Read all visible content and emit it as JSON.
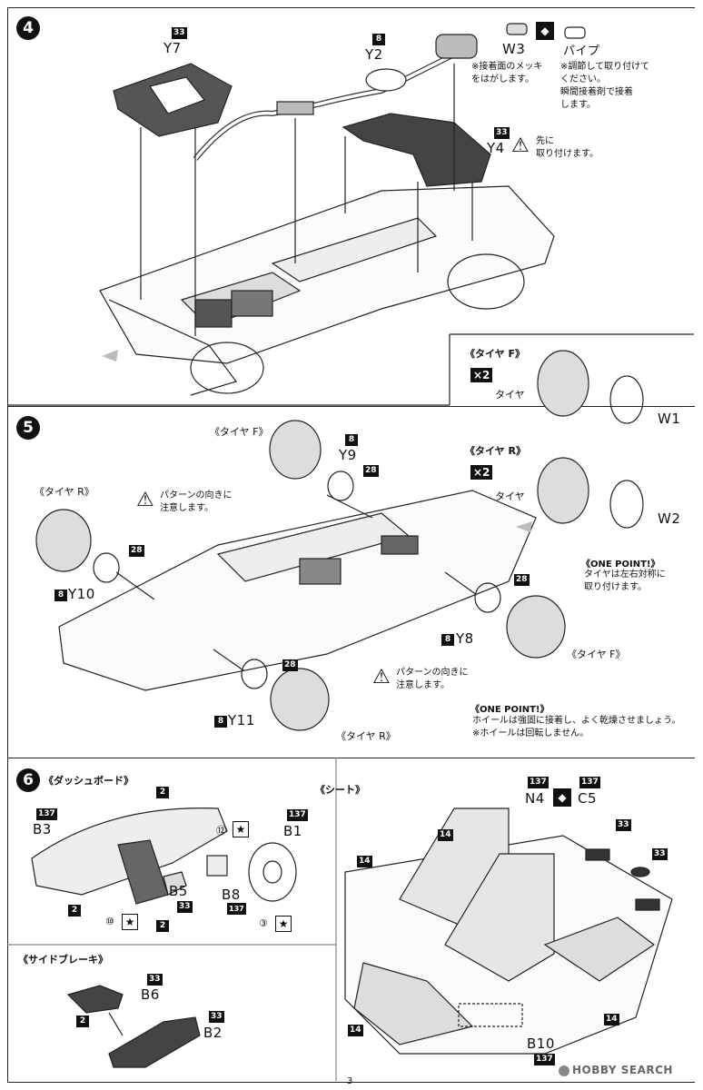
{
  "step4": {
    "num": "4",
    "y7": {
      "badge": "33",
      "label": "Y7"
    },
    "y2": {
      "badge": "8",
      "label": "Y2"
    },
    "w3": {
      "label": "W3",
      "note": "※接着面のメッキ\nをはがします。"
    },
    "pipe": {
      "label": "パイプ",
      "note": "※調節して取り付けて\nください。\n瞬間接着剤で接着\nします。"
    },
    "y4": {
      "badge": "33",
      "label": "Y4",
      "note": "先に\n取り付けます。"
    }
  },
  "tires_box": {
    "front": {
      "title": "《タイヤ F》",
      "qty": "×2",
      "tire": "タイヤ",
      "wheel": "W1"
    },
    "rear": {
      "title": "《タイヤ R》",
      "qty": "×2",
      "tire": "タイヤ",
      "wheel": "W2"
    },
    "onepoint": {
      "title": "《ONE POINT!》",
      "text": "タイヤは左右対称に\n取り付けます。"
    }
  },
  "step5": {
    "num": "5",
    "tire_f_top": "《タイヤ F》",
    "y9": {
      "badge": "8",
      "label": "Y9",
      "sub": "28"
    },
    "tire_r_left": "《タイヤ R》",
    "pattern_note1": "パターンの向きに\n注意します。",
    "y10": {
      "badge": "8",
      "label": "Y10",
      "sub": "28"
    },
    "y8": {
      "badge": "8",
      "label": "Y8",
      "sub": "28"
    },
    "tire_f_right": "《タイヤ F》",
    "pattern_note2": "パターンの向きに\n注意します。",
    "y11": {
      "badge": "8",
      "label": "Y11",
      "sub": "28"
    },
    "tire_r_bottom": "《タイヤ R》",
    "onepoint": {
      "title": "《ONE POINT!》",
      "line1": "ホイールは強固に接着し、よく乾燥させましょう。",
      "line2": "※ホイールは回転しません。"
    }
  },
  "step6": {
    "num": "6",
    "dash_title": "《ダッシュボード》",
    "b3": {
      "badge": "137",
      "label": "B3"
    },
    "b1": {
      "badge": "137",
      "label": "B1"
    },
    "b5": {
      "label": "B5",
      "badge": "33"
    },
    "b8": {
      "label": "B8",
      "badge": "137"
    },
    "c2": "2",
    "mark12": "⑫",
    "mark10": "⑩",
    "mark3": "③",
    "side_brake_title": "《サイドブレーキ》",
    "b6": {
      "badge": "33",
      "label": "B6"
    },
    "b2": {
      "badge": "33",
      "label": "B2"
    },
    "seat_title": "《シート》",
    "n4": {
      "badge": "137",
      "label": "N4"
    },
    "c5": {
      "badge": "137",
      "label": "C5"
    },
    "b10": {
      "label": "B10",
      "badge": "137"
    },
    "c14": "14",
    "c33": "33"
  },
  "footer": {
    "page": "3",
    "watermark": "HOBBY SEARCH"
  }
}
